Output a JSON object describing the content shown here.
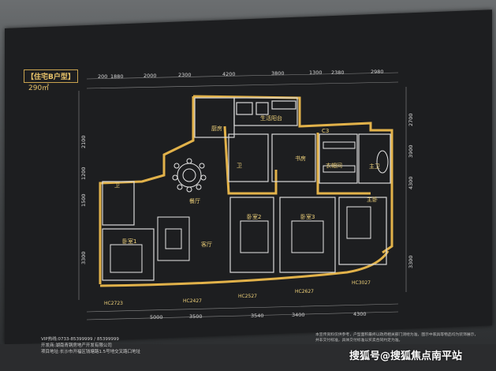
{
  "plan": {
    "title": "【住宅B户型】",
    "area": "290㎡"
  },
  "dims_top": [
    "200",
    "1880",
    "2000",
    "2300",
    "4200",
    "3800",
    "1300",
    "2380",
    "2980"
  ],
  "dims_left": [
    "2100",
    "1200",
    "1500",
    "3300"
  ],
  "dims_right": [
    "2700",
    "3900",
    "4300",
    "3300"
  ],
  "dims_bottom": [
    "5000",
    "3500",
    "3540",
    "3400",
    "4300"
  ],
  "rooms": {
    "kitchen": "厨房",
    "balcony": "生活阳台",
    "dining": "餐厅",
    "living": "客厅",
    "study": "书房",
    "closet": "衣帽间",
    "master_bath": "主卫",
    "master_bed": "主卧",
    "bed2": "卧室2",
    "bed3": "卧室3",
    "bed1": "卧室1",
    "bath1": "卫",
    "bath2": "卫",
    "c3": "C3"
  },
  "windows": [
    "HC2723",
    "HC2427",
    "HC2527",
    "HC2627",
    "HC3027"
  ],
  "info": {
    "vip": "VIP热线:0733-85399999 / 85399999",
    "developer": "开发商:湖南青铜房地产开发有限公司",
    "address": "项目地址:长沙市开福区钱塘路1.5号地交叉路口地址"
  },
  "disclaimer": [
    "本宣传资料仅供参考，户型面积最终以政府相关部门测绘为准，图示中家具等物品均为装饰展示，",
    "并非交付标准，具体交付标准以买卖合同约定为准。"
  ],
  "watermark": "搜狐号@搜狐焦点南平站"
}
